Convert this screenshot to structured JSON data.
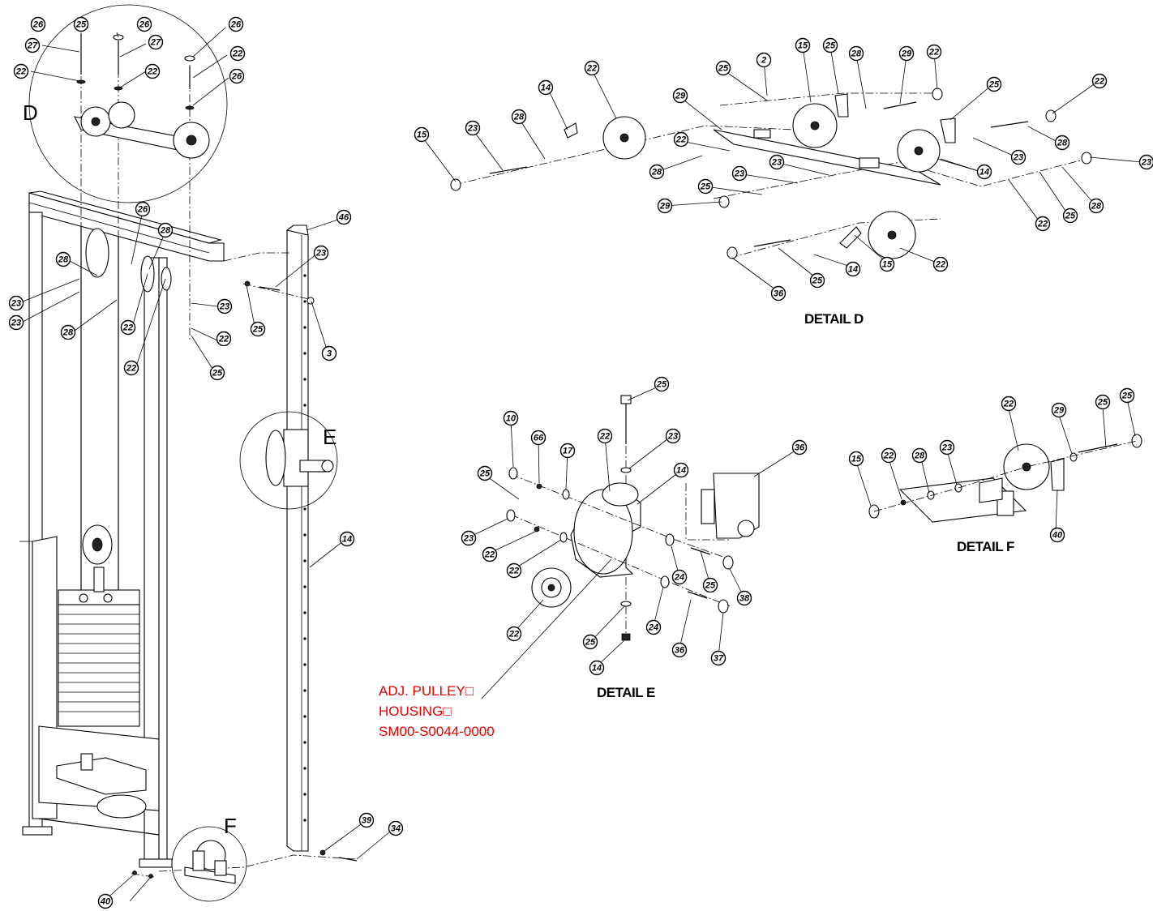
{
  "details": {
    "d_title": "DETAIL D",
    "e_title": "DETAIL E",
    "f_title": "DETAIL F",
    "d_marker": "D",
    "e_marker": "E",
    "f_marker": "F"
  },
  "callout": {
    "line1": "ADJ. PULLEY□",
    "line2": "HOUSING□",
    "line3": "SM00-S0044-0000",
    "color": "#e00000"
  },
  "part_numbers": [
    "26",
    "25",
    "27",
    "22",
    "26",
    "27",
    "22",
    "26",
    "22",
    "26",
    "46",
    "23",
    "26",
    "28",
    "28",
    "23",
    "23",
    "28",
    "22",
    "22",
    "23",
    "22",
    "25",
    "25",
    "3",
    "14",
    "15",
    "23",
    "28",
    "14",
    "22",
    "29",
    "25",
    "2",
    "15",
    "25",
    "28",
    "29",
    "22",
    "25",
    "22",
    "28",
    "23",
    "14",
    "23",
    "28",
    "25",
    "22",
    "22",
    "28",
    "23",
    "23",
    "25",
    "29",
    "22",
    "15",
    "14",
    "25",
    "36",
    "25",
    "23",
    "22",
    "14",
    "36",
    "10",
    "66",
    "17",
    "25",
    "23",
    "22",
    "22",
    "24",
    "25",
    "38",
    "22",
    "24",
    "36",
    "37",
    "25",
    "14",
    "22",
    "29",
    "25",
    "25",
    "23",
    "28",
    "22",
    "15",
    "40",
    "39",
    "34",
    "40"
  ]
}
